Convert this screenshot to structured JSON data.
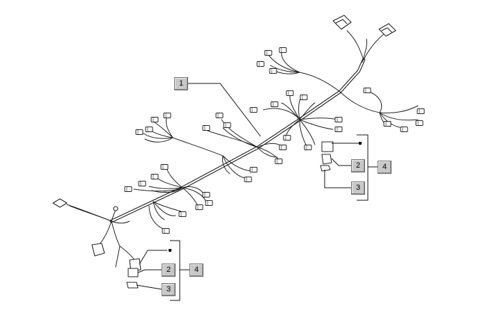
{
  "diagram": {
    "description_none": "",
    "callouts": {
      "item_1": "1",
      "upper_group_part_2": "2",
      "upper_group_part_3": "3",
      "upper_group_assembly_4": "4",
      "lower_group_part_2": "2",
      "lower_group_part_3": "3",
      "lower_group_assembly_4": "4"
    },
    "colors": {
      "line": "#222222",
      "wire_fill": "#ffffff",
      "callout_fill": "#c8c8c8",
      "callout_border": "#6f6f6f"
    }
  }
}
